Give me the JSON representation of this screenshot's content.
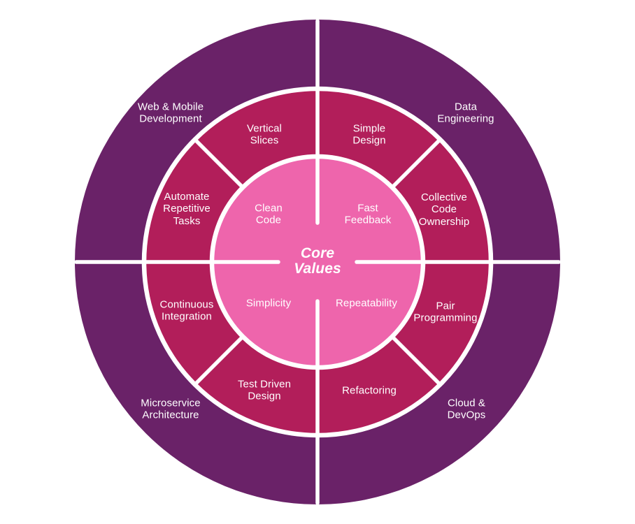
{
  "diagram": {
    "center": {
      "label": "Core\nValues"
    },
    "inner_quadrants": [
      {
        "id": "clean-code",
        "label": "Clean\nCode"
      },
      {
        "id": "fast-feedback",
        "label": "Fast\nFeedback"
      },
      {
        "id": "simplicity",
        "label": "Simplicity"
      },
      {
        "id": "repeatability",
        "label": "Repeatability"
      }
    ],
    "middle_segments": [
      {
        "id": "vertical-slices",
        "label": "Vertical\nSlices"
      },
      {
        "id": "simple-design",
        "label": "Simple\nDesign"
      },
      {
        "id": "collective-code-ownership",
        "label": "Collective\nCode\nOwnership"
      },
      {
        "id": "pair-programming",
        "label": "Pair\nProgramming"
      },
      {
        "id": "refactoring",
        "label": "Refactoring"
      },
      {
        "id": "test-driven-design",
        "label": "Test Driven\nDesign"
      },
      {
        "id": "continuous-integration",
        "label": "Continuous\nIntegration"
      },
      {
        "id": "automate-repetitive-tasks",
        "label": "Automate\nRepetitive\nTasks"
      }
    ],
    "outer_quadrants": [
      {
        "id": "web-mobile-development",
        "label": "Web & Mobile\nDevelopment"
      },
      {
        "id": "data-engineering",
        "label": "Data\nEngineering"
      },
      {
        "id": "microservice-architecture",
        "label": "Microservice\nArchitecture"
      },
      {
        "id": "cloud-devops",
        "label": "Cloud &\nDevOps"
      }
    ],
    "colors": {
      "outer_ring": "#6a2268",
      "middle_ring": "#b21e5a",
      "inner_circle": "#ee65ac",
      "divider": "#ffffff",
      "label_text": "#ffffff",
      "background": "#ffffff"
    }
  }
}
